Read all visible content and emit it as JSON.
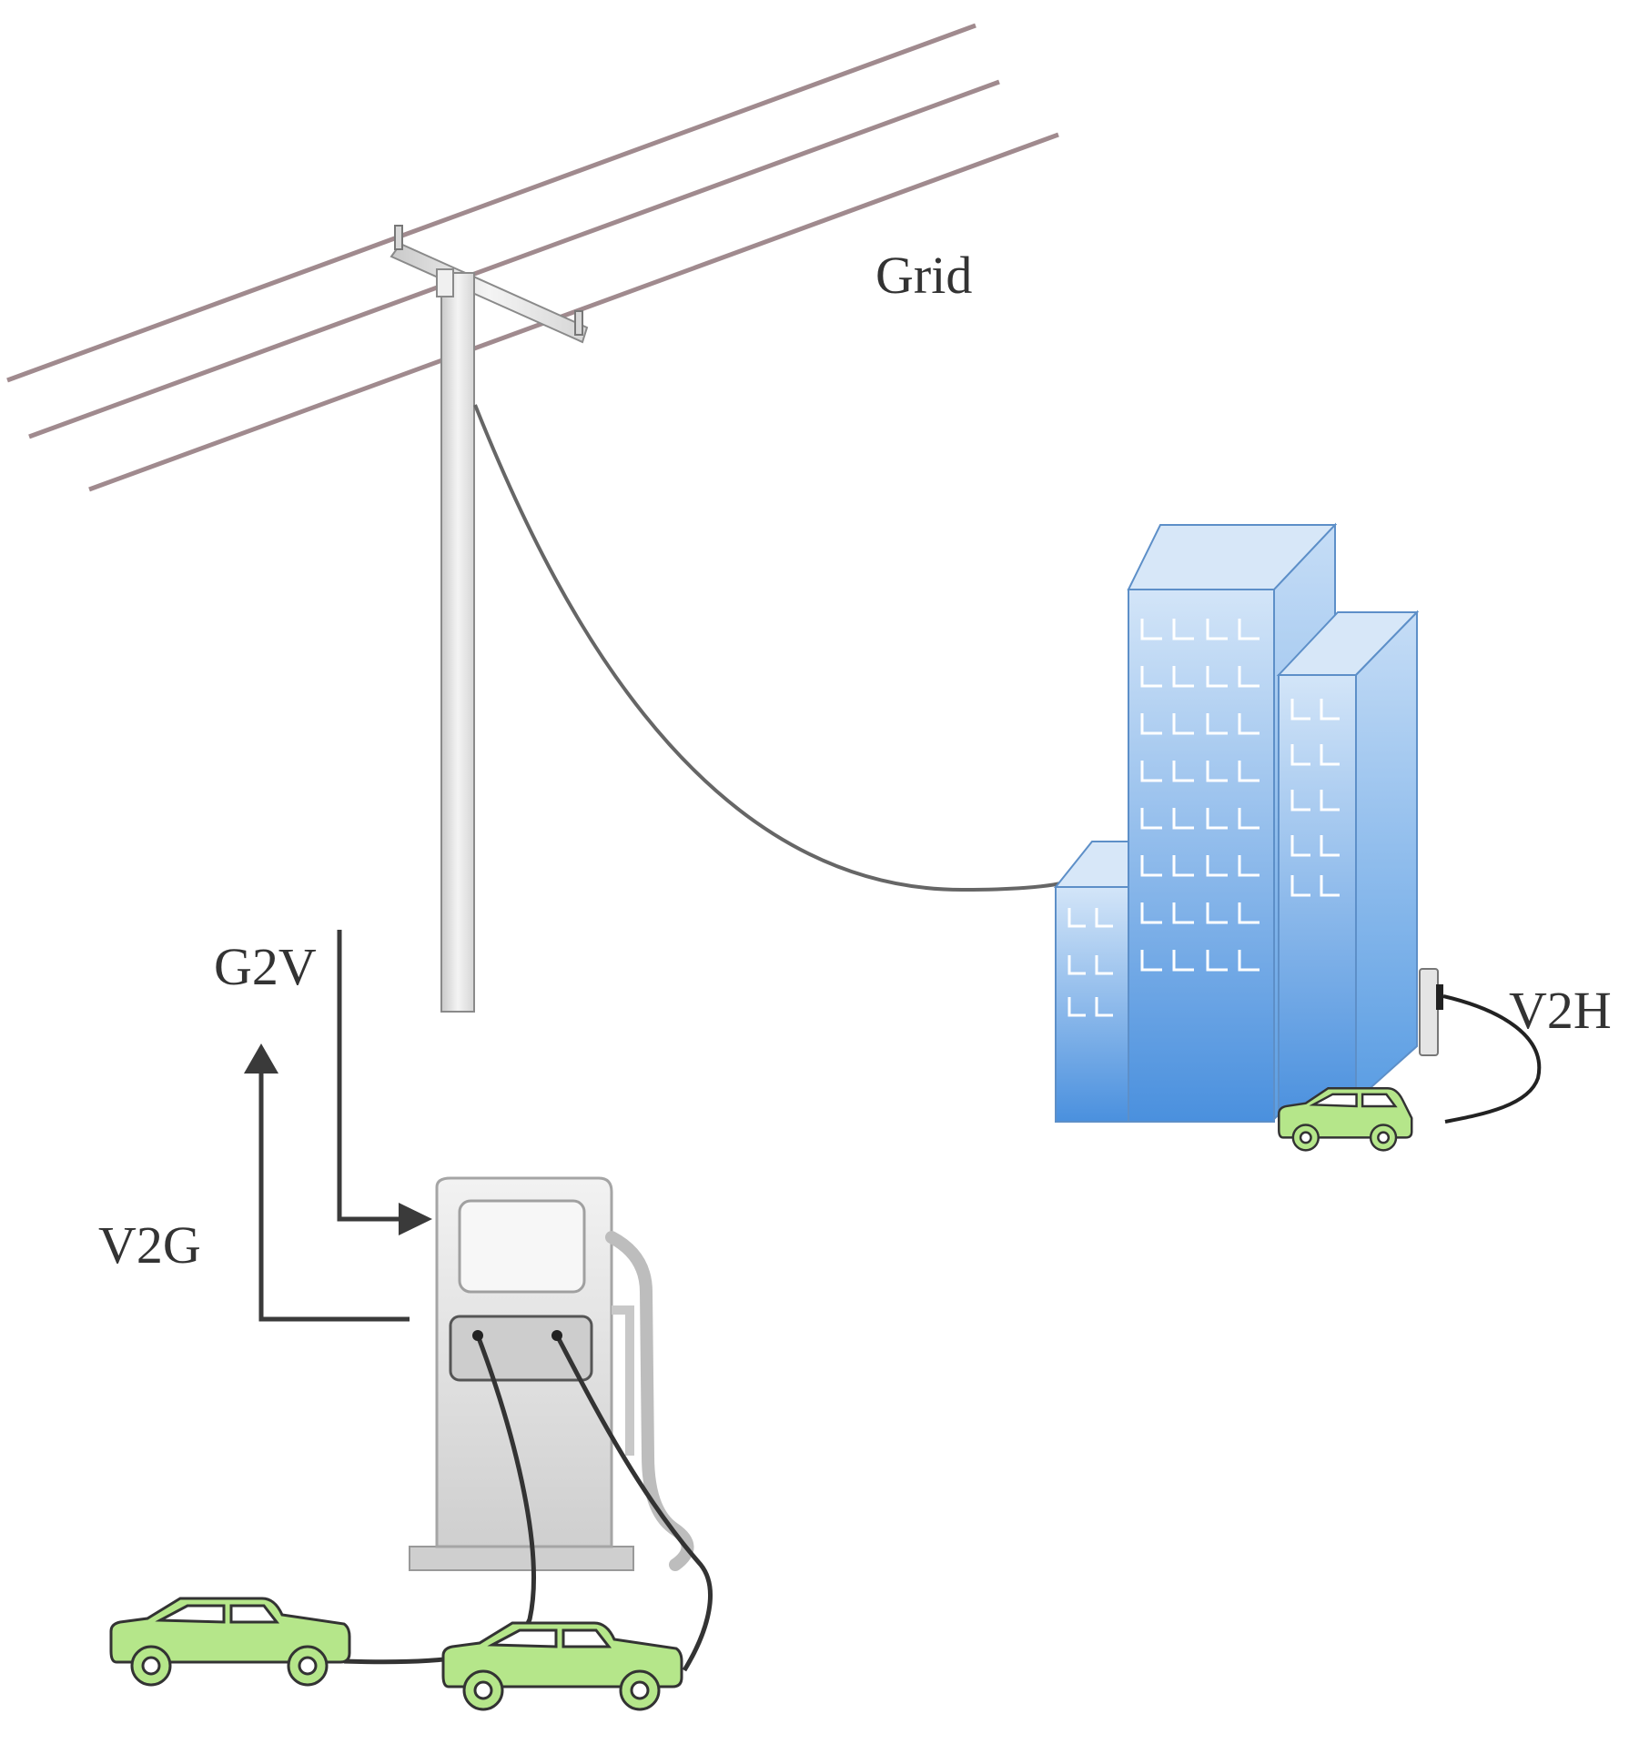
{
  "labels": {
    "grid": "Grid",
    "g2v": "G2V",
    "v2g": "V2G",
    "v2h": "V2H"
  },
  "colors": {
    "power_line": "#a08a8e",
    "cable": "#333333",
    "arrow": "#3a3a3a",
    "pole": "#e8e8e8",
    "building_top": "#bcd6f2",
    "building_bottom": "#4f94df",
    "car_body": "#b5e68a",
    "station": "#d8d8d8",
    "label_text": "#333333"
  },
  "icons": [
    "utility-pole-icon",
    "building-icon",
    "charging-station-icon",
    "car-icon",
    "wall-charger-icon"
  ]
}
